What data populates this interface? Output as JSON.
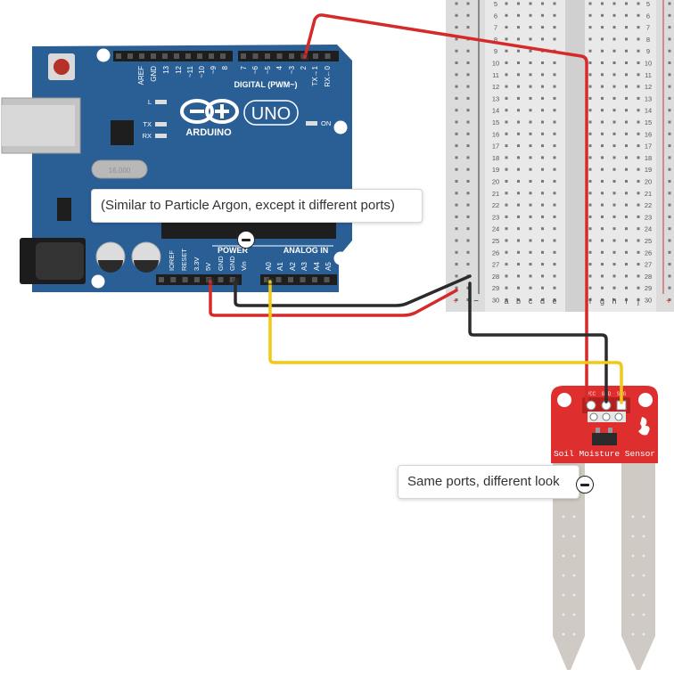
{
  "arduino": {
    "brand": "ARDUINO",
    "model": "UNO",
    "on_label": "ON",
    "digital_label": "DIGITAL (PWM~)",
    "power_label": "POWER",
    "analog_label": "ANALOG IN",
    "tx_label": "TX",
    "rx_label": "RX",
    "l_label": "L",
    "crystal_label": "16.000",
    "digital_pins": [
      "AREF",
      "GND",
      "13",
      "12",
      "~11",
      "~10",
      "~9",
      "8",
      "7",
      "~6",
      "~5",
      "4",
      "~3",
      "2",
      "TX→1",
      "RX←0"
    ],
    "power_pins": [
      "IOREF",
      "RESET",
      "3.3V",
      "5V",
      "GND",
      "GND",
      "Vin"
    ],
    "analog_pins": [
      "A0",
      "A1",
      "A2",
      "A3",
      "A4",
      "A5"
    ]
  },
  "breadboard": {
    "rows": [
      "5",
      "6",
      "7",
      "8",
      "9",
      "10",
      "11",
      "12",
      "13",
      "14",
      "15",
      "16",
      "17",
      "18",
      "19",
      "20",
      "21",
      "22",
      "23",
      "24",
      "25",
      "26",
      "27",
      "28",
      "29",
      "30"
    ],
    "columns": [
      "a",
      "b",
      "c",
      "d",
      "e",
      "f",
      "g",
      "h",
      "i",
      "j"
    ],
    "rail_plus": "+",
    "rail_minus": "−"
  },
  "sensor": {
    "title": "Soil Moisture Sensor",
    "pins": [
      "VCC",
      "GND",
      "SIG"
    ]
  },
  "annotations": {
    "note1": "(Similar to Particle Argon, except it different ports)",
    "note2": "Same ports, different look"
  },
  "colors": {
    "board": "#2a5f96",
    "wire_red": "#d62a2a",
    "wire_black": "#2b2b2b",
    "wire_yellow": "#f1c814",
    "sensor": "#df2e2e",
    "probe": "#cfcac3"
  }
}
